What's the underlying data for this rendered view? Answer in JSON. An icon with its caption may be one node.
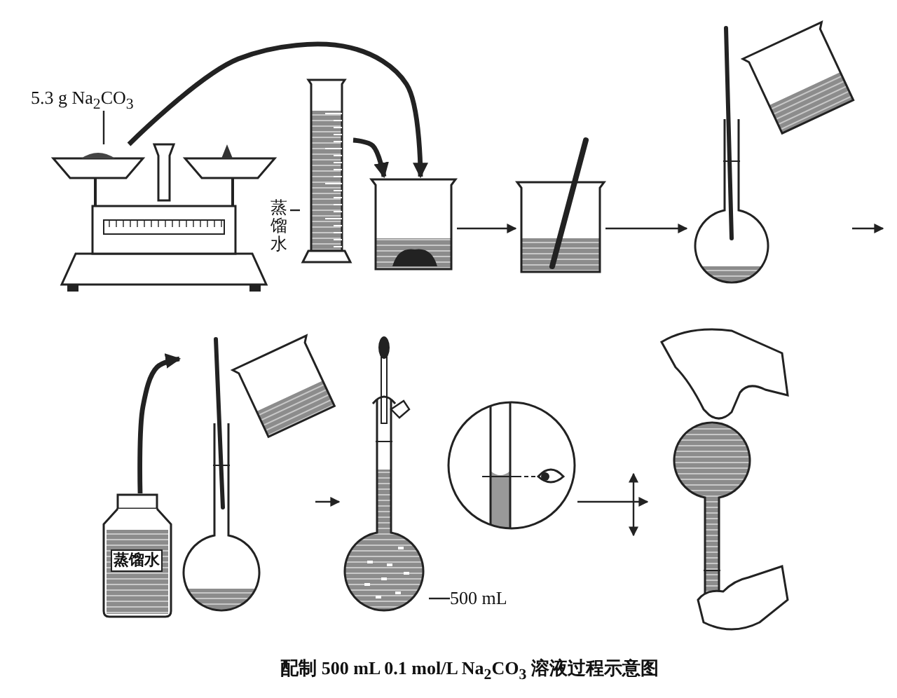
{
  "diagram": {
    "caption": "配制 500 mL 0.1 mol/L Na$_{2}$CO$_{3}$ 溶液过程示意图",
    "nodes": [
      {
        "text": [
          "5.3 g Na$_{2}$CO$_{3}$"
        ]
      },
      {
        "text": [],
        "shape": "picture"
      },
      {
        "text": [],
        "shape": "picture"
      },
      {
        "text": [
          "蒸馏水"
        ]
      },
      {
        "text": [],
        "shape": "picture"
      },
      {
        "text": [],
        "shape": "picture"
      },
      {
        "text": [],
        "shape": "picture"
      },
      {
        "text": [
          "蒸馏水"
        ]
      },
      {
        "text": [],
        "shape": "picture"
      },
      {
        "text": [],
        "shape": "picture"
      },
      {
        "text": [
          "500 mL"
        ]
      },
      {
        "text": [],
        "shape": "picture"
      },
      {
        "text": [],
        "shape": "picture"
      }
    ],
    "edges": [
      {
        "from": 0,
        "to": 1,
        "arrow": "none"
      },
      {
        "from": 1,
        "to": 4,
        "arrow": "to",
        "style": "thick"
      },
      {
        "from": 2,
        "to": 4,
        "arrow": "to",
        "style": "thick"
      },
      {
        "from": 3,
        "to": 2,
        "arrow": "none"
      },
      {
        "from": 4,
        "to": 5,
        "arrow": "to"
      },
      {
        "from": 5,
        "to": 6,
        "arrow": "to"
      },
      {
        "from": 6,
        "to": null,
        "arrow": "to"
      },
      {
        "from": 7,
        "to": 8,
        "arrow": "to",
        "style": "thick"
      },
      {
        "from": 8,
        "to": 9,
        "arrow": "to"
      },
      {
        "from": 10,
        "to": 9,
        "arrow": "none"
      },
      {
        "from": 11,
        "to": 12,
        "arrow": "to"
      }
    ]
  }
}
